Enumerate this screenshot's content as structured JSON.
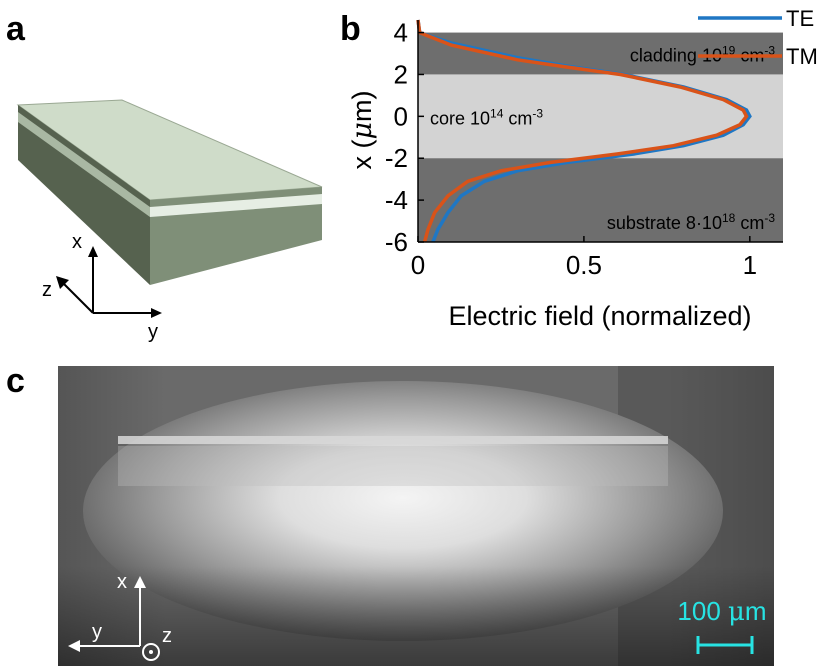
{
  "panels": {
    "a": "a",
    "b": "b",
    "c": "c"
  },
  "panel_a": {
    "axis_x": "x",
    "axis_y": "y",
    "axis_z": "z",
    "colors": {
      "top": "#c9d7c3",
      "side": "#5b6756",
      "front": "#8c9b86",
      "core": "#e8efe6"
    }
  },
  "chart_data": {
    "type": "line",
    "xlabel": "Electric field (normalized)",
    "ylabel_prefix": "x (",
    "ylabel_mu": "μ",
    "ylabel_suffix": "m)",
    "xlim": [
      0,
      1.1
    ],
    "ylim": [
      -6,
      4.6
    ],
    "xticks": [
      {
        "v": 0,
        "label": "0"
      },
      {
        "v": 0.5,
        "label": "0.5"
      },
      {
        "v": 1,
        "label": "1"
      }
    ],
    "yticks": [
      {
        "v": 4,
        "label": "4"
      },
      {
        "v": 2,
        "label": "2"
      },
      {
        "v": 0,
        "label": "0"
      },
      {
        "v": -2,
        "label": "-2"
      },
      {
        "v": -4,
        "label": "-4"
      },
      {
        "v": -6,
        "label": "-6"
      }
    ],
    "regions": [
      {
        "name": "cladding",
        "from": 2,
        "to": 4,
        "color": "#6e6e6e",
        "label": "cladding 10",
        "sup": "19",
        "unit": " cm",
        "unitsup": "-3"
      },
      {
        "name": "core",
        "from": -2,
        "to": 2,
        "color": "#d3d3d3",
        "label": "core 10",
        "sup": "14",
        "unit": " cm",
        "unitsup": "-3"
      },
      {
        "name": "substrate",
        "from": -6,
        "to": -2,
        "color": "#6e6e6e",
        "label": "substrate 8·10",
        "sup": "18",
        "unit": " cm",
        "unitsup": "-3"
      }
    ],
    "series": [
      {
        "name": "TE",
        "color": "#1f77c4",
        "points": [
          [
            0,
            4.6
          ],
          [
            0.005,
            4.0
          ],
          [
            0.1,
            3.5
          ],
          [
            0.3,
            2.8
          ],
          [
            0.45,
            2.4
          ],
          [
            0.62,
            2.0
          ],
          [
            0.8,
            1.4
          ],
          [
            0.93,
            0.8
          ],
          [
            0.99,
            0.3
          ],
          [
            1.0,
            0.0
          ],
          [
            0.98,
            -0.4
          ],
          [
            0.92,
            -0.9
          ],
          [
            0.8,
            -1.4
          ],
          [
            0.65,
            -1.8
          ],
          [
            0.45,
            -2.2
          ],
          [
            0.3,
            -2.6
          ],
          [
            0.2,
            -3.1
          ],
          [
            0.13,
            -3.8
          ],
          [
            0.09,
            -4.6
          ],
          [
            0.06,
            -5.4
          ],
          [
            0.045,
            -6.0
          ]
        ]
      },
      {
        "name": "TM",
        "color": "#d95319",
        "points": [
          [
            0,
            4.6
          ],
          [
            0.005,
            4.0
          ],
          [
            0.1,
            3.4
          ],
          [
            0.3,
            2.7
          ],
          [
            0.45,
            2.35
          ],
          [
            0.61,
            2.0
          ],
          [
            0.79,
            1.4
          ],
          [
            0.92,
            0.8
          ],
          [
            0.98,
            0.3
          ],
          [
            0.99,
            0.0
          ],
          [
            0.97,
            -0.4
          ],
          [
            0.9,
            -0.9
          ],
          [
            0.77,
            -1.4
          ],
          [
            0.6,
            -1.8
          ],
          [
            0.4,
            -2.2
          ],
          [
            0.25,
            -2.6
          ],
          [
            0.15,
            -3.1
          ],
          [
            0.09,
            -3.8
          ],
          [
            0.05,
            -4.6
          ],
          [
            0.03,
            -5.4
          ],
          [
            0.02,
            -6.0
          ]
        ]
      }
    ]
  },
  "panel_c": {
    "axis_x": "x",
    "axis_y": "y",
    "axis_z": "z",
    "scalebar_num": "100 ",
    "scalebar_mu": "μ",
    "scalebar_unit": "m",
    "scalebar_color": "#27e3e3"
  }
}
